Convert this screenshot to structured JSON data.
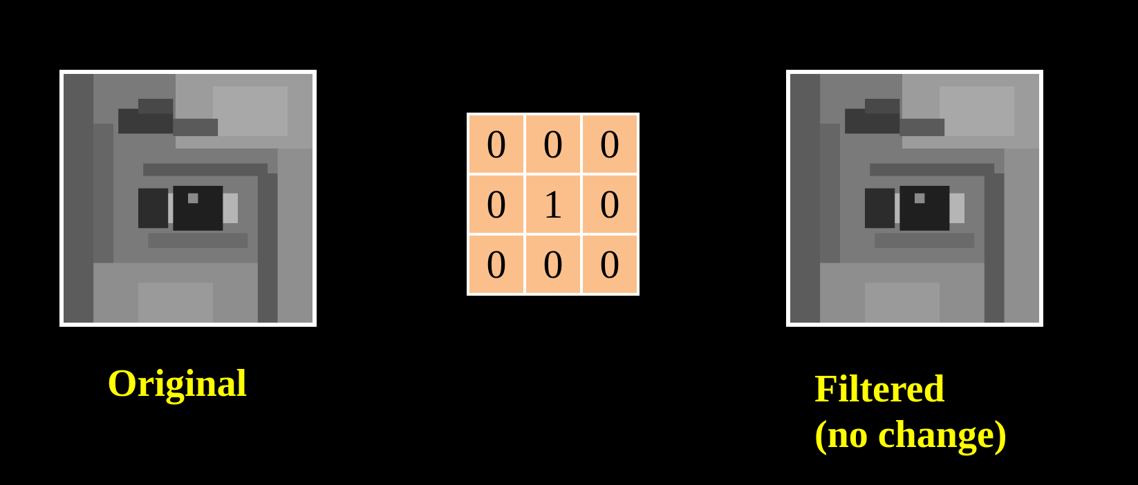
{
  "images": {
    "original": {
      "subject": "pixelated grayscale close-up of an eye"
    },
    "filtered": {
      "subject": "pixelated grayscale close-up of an eye"
    }
  },
  "captions": {
    "original": "Original",
    "filtered_line1": "Filtered",
    "filtered_line2": "(no change)"
  },
  "kernel": {
    "rows": [
      [
        "0",
        "0",
        "0"
      ],
      [
        "0",
        "1",
        "0"
      ],
      [
        "0",
        "0",
        "0"
      ]
    ],
    "cell_color": "#fbbf8c"
  },
  "colors": {
    "background": "#000000",
    "caption": "#ffff00",
    "frame_border": "#ffffff"
  }
}
